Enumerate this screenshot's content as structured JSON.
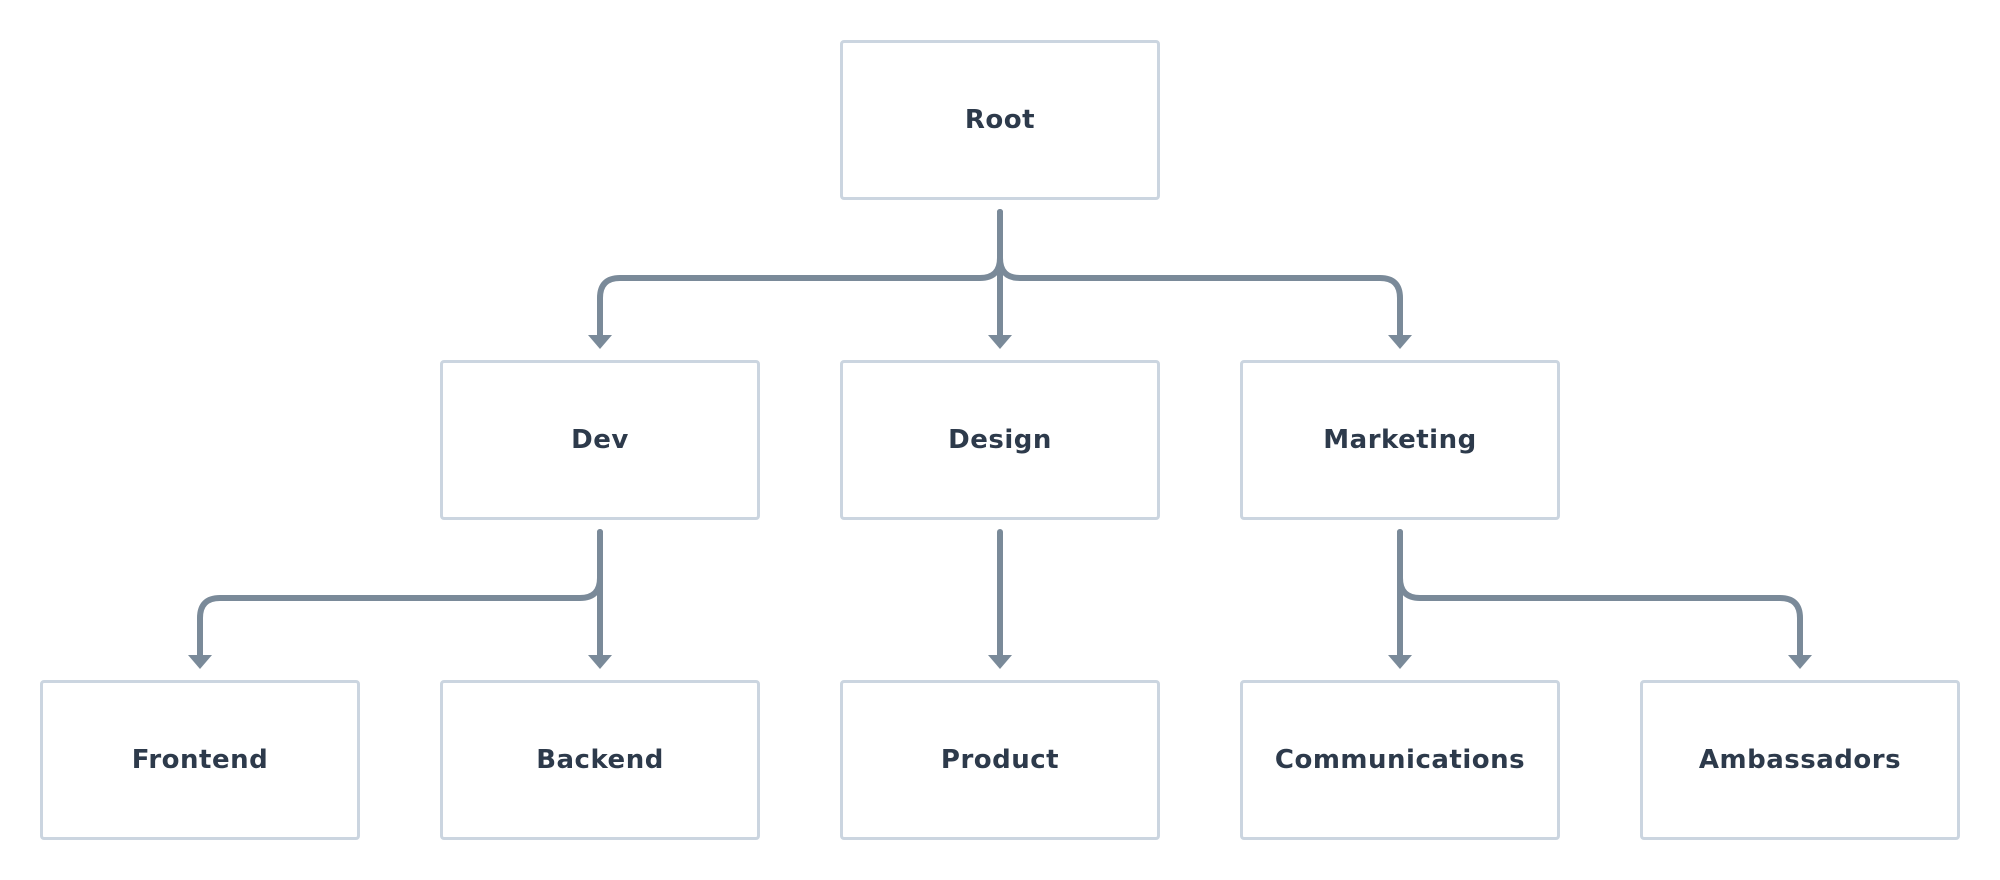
{
  "diagram": {
    "edge_color": "#7a8a99",
    "node_border_color": "#cbd5e0",
    "text_color": "#2d3a4b",
    "nodes": {
      "root": "Root",
      "dev": "Dev",
      "design": "Design",
      "marketing": "Marketing",
      "frontend": "Frontend",
      "backend": "Backend",
      "product": "Product",
      "communications": "Communications",
      "ambassadors": "Ambassadors"
    },
    "edges": [
      {
        "from": "Root",
        "to": "Dev"
      },
      {
        "from": "Root",
        "to": "Design"
      },
      {
        "from": "Root",
        "to": "Marketing"
      },
      {
        "from": "Dev",
        "to": "Frontend"
      },
      {
        "from": "Dev",
        "to": "Backend"
      },
      {
        "from": "Design",
        "to": "Product"
      },
      {
        "from": "Marketing",
        "to": "Communications"
      },
      {
        "from": "Marketing",
        "to": "Ambassadors"
      }
    ]
  }
}
